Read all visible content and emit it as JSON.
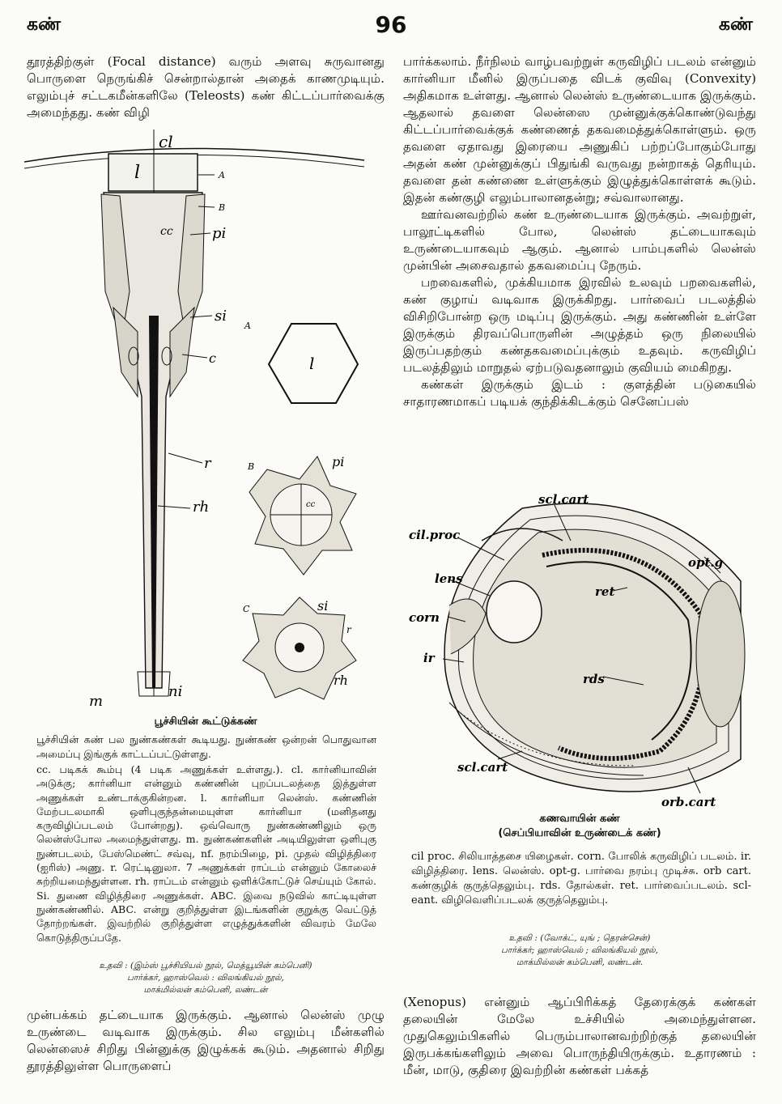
{
  "header": {
    "left": "கண்",
    "page_number": "96",
    "right": "கண்"
  },
  "left_top": "தூரத்திற்குள் (Focal distance) வரும் அளவு சுருவானது பொருளை நெருங்கிச் சென்றால்தான் அதைக் காணமுடியும். எலும்புச் சட்டகமீன்களிலே (Teleosts) கண் கிட்டப்பார்வைக்கு அமைந்தது. கண் விழி",
  "fig1": {
    "caption": "பூச்சியின் கூட்டுக்கண்",
    "labels": [
      "cl",
      "l",
      "A",
      "B",
      "cc",
      "pi",
      "si",
      "c",
      "r",
      "rh",
      "m",
      "ni"
    ],
    "inset_letters": [
      "A",
      "B",
      "C"
    ],
    "inset_labels": [
      "l",
      "pi",
      "cc",
      "si",
      "r",
      "rh"
    ]
  },
  "fig1_desc": "பூச்சியின் கண் பல நுண்கண்கள் கூடியது. நுண்கண் ஒன்றன் பொதுவான அமைப்பு இங்குக் காட்டப்பட்டுள்ளது.",
  "fig1_legend": "cc. படிகக் கூம்பு (4 படிக அணுக்கள் உள்ளது.). cl. கார்னியாவின் அடுக்கு; கார்னியா என்னும் கண்ணின் புறப்படலத்தை இத்துள்ள அணுக்கள் உண்டாக்குகின்றன. l. கார்னியா லென்ஸ். கண்ணின் மேற்படலமாகி ஒளிபுகுந்தன்மையுள்ள கார்னியா (மனிதனது கருவிழிப்படலம் போன்றது). ஒவ்வொரு நுண்கண்ணிலும் ஒரு லென்ஸ்போல அமைந்துள்ளது. m. நுண்கண்களின் அடியிலுள்ள ஒளிபுகு நுண்படலம், பேஸ்மெண்ட் சவ்வு, nf. நரம்பிழை, pi. முதல் விழித்திரை (ஐரிஸ்) அணு. r. ரெட்டினுலா. 7 அணுக்கள் ராப்டம் என்னும் கோலைச் சுற்றியமைந்துள்ளன. rh. ராப்டம் என்னும் ஒளிக்கோட்டுச் செய்யும் கோல். Si. துணை விழித்திரை அணுக்கள். ABC. இவை நடுவில் காட்டியுள்ள நுண்கண்ணில். ABC. என்று குறித்துள்ள இடங்களின் குறுக்கு வெட்டுத் தோற்றங்கள். இவற்றில் குறித்துள்ள எழுத்துக்களின் விவரம் மேலே கொடுத்திருப்பதே.",
  "fig1_credit": [
    "உதவி : (இம்ஸ் பூச்சியியல் நூல், மெத்யூயின் கம்பெனி)",
    "பார்க்கர், ஹாஸ்வெல் : விலங்கியல் நூல்,",
    "மாக்மில்லன் கம்பெனி, லண்டன்"
  ],
  "left_bottom": "முன்பக்கம் தட்டையாக இருக்கும். ஆனால் லென்ஸ் முழு உருண்டை வடிவாக இருக்கும். சில எலும்பு மீன்களில் லென்ஸைச் சிறிது பின்னுக்கு இழுக்கக் கூடும். அதனால் சிறிது தூரத்திலுள்ள பொருளைப்",
  "right_top": [
    "பார்க்கலாம். நீர்நிலம் வாழ்பவற்றுள் கருவிழிப் படலம் என்னும் கார்னியா மீனில் இருப்பதை விடக் குவிவு (Convexity) அதிகமாக உள்ளது. ஆனால் லென்ஸ் உருண்டையாக இருக்கும். ஆதலால் தவளை லென்ஸை முன்னுக்குக்கொண்டுவந்து கிட்டப்பார்வைக்குக் கண்ணைத் தகவமைத்துக்கொள்ளும். ஒரு தவளை ஏதாவது இரையை அணுகிப் பற்றப்போகும்போது அதன் கண் முன்னுக்குப் பிதுங்கி வருவது நன்றாகத் தெரியும். தவளை தன் கண்ணை உள்ளுக்கும் இழுத்துக்கொள்ளக் கூடும். இதன் கண்குழி எலும்பாலானதன்று; சவ்வாலானது.",
    "ஊர்வனவற்றில் கண் உருண்டையாக இருக்கும். அவற்றுள், பாலூட்டிகளில் போல, லென்ஸ் தட்டையாகவும் உருண்டையாகவும் ஆகும். ஆனால் பாம்புகளில் லென்ஸ் முன்பின் அசைவதால் தகவமைப்பு நேரும்.",
    "பறவைகளில், முக்கியமாக இரவில் உலவும் பறவைகளில், கண் குழாய் வடிவாக இருக்கிறது. பார்வைப் படலத்தில் விசிறிபோன்ற ஒரு மடிப்பு இருக்கும். அது கண்ணின் உள்ளே இருக்கும் திரவப்பொருளின் அழுத்தம் ஒரு நிலையில் இருப்பதற்கும் கண்தகவமைப்புக்கும் உதவும். கருவிழிப் படலத்திலும் மாறுதல் ஏற்படுவதனாலும் குவியம் மைகிறது.",
    "கண்கள் இருக்கும் இடம் : குளத்தின் படுகையில் சாதாரணமாகப் படியக் குந்திக்கிடக்கும் செனேப்பஸ்"
  ],
  "fig2": {
    "labels": [
      "scl.cart",
      "cil.proc",
      "lens",
      "corn",
      "ir",
      "ret",
      "opt.g",
      "rds",
      "scl.cart",
      "orb.cart"
    ],
    "caption": "கணவாயின் கண்",
    "subcaption": "(செப்பியாவின் உருண்டைக் கண்)"
  },
  "fig2_legend": "cil proc. சிலியாத்தசை யிழைகள். corn. போலிக் கருவிழிப் படலம். ir. விழித்திரை. lens. லென்ஸ். opt-g. பார்வை நரம்பு முடிச்சு. orb cart. கண்குழிக் குருத்தெலும்பு. rds. தோல்கள். ret. பார்வைப்படலம். scl-eant. விழிவெளிப்படலக் குருத்தெலும்பு.",
  "fig2_credit": [
    "உதவி : (வோக்ட், யுங் ; தெரன்சென்)",
    "பார்க்கர்; ஹாஸ்வெல் ; விலங்கியல் நூல்,",
    "மாக்மில்லன் கம்பெனி, லண்டன்."
  ],
  "right_bottom": "(Xenopus) என்னும் ஆப்பிரிக்கத் தேரைக்குக் கண்கள் தலையின் மேலே உச்சியில் அமைந்துள்ளன. முதுகெலும்பிகளில் பெரும்பாலானவற்றிற்குத் தலையின் இருபக்கங்களிலும் அவை பொருந்தியிருக்கும். உதாரணம் : மீன், மாடு, குதிரை இவற்றின் கண்கள் பக்கத்"
}
